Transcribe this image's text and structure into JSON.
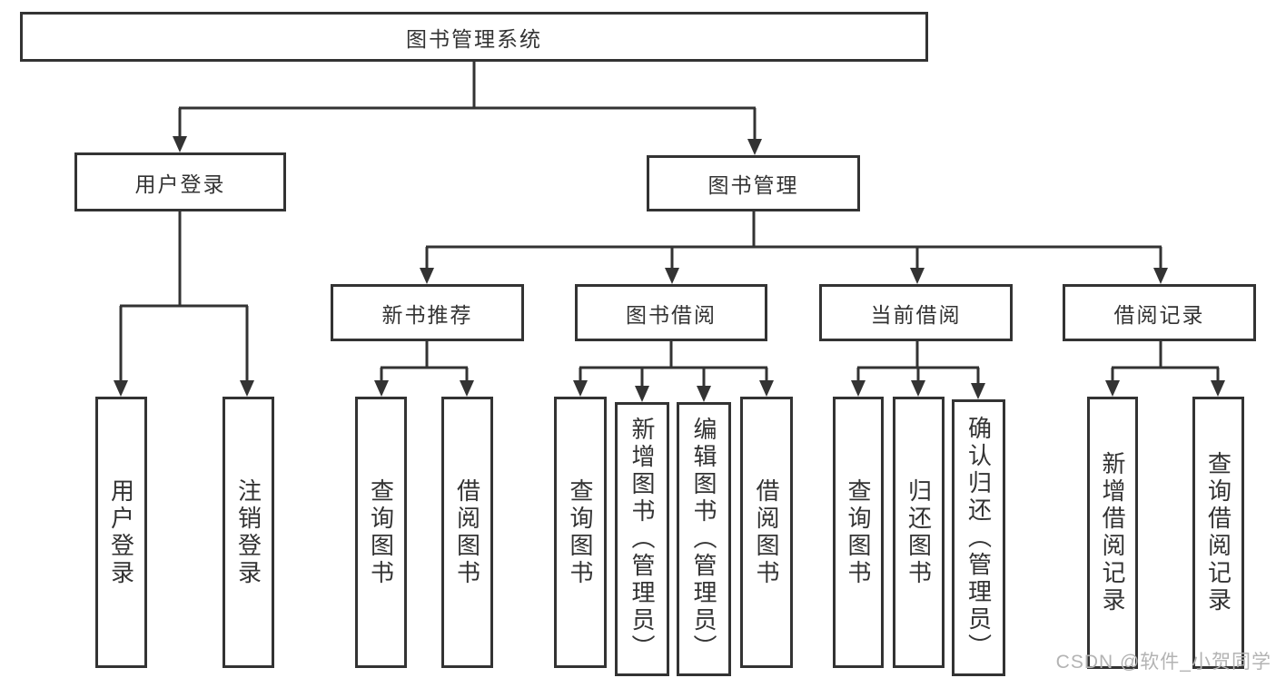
{
  "diagram": {
    "title": "图书管理系统",
    "root": {
      "label": "图书管理系统"
    },
    "level2": [
      {
        "id": "user-login",
        "label": "用户登录"
      },
      {
        "id": "book-mgmt",
        "label": "图书管理"
      }
    ],
    "level3": [
      {
        "id": "new-book",
        "label": "新书推荐"
      },
      {
        "id": "book-borrow",
        "label": "图书借阅"
      },
      {
        "id": "current-borrow",
        "label": "当前借阅"
      },
      {
        "id": "borrow-record",
        "label": "借阅记录"
      }
    ],
    "leaves": {
      "user_login": [
        "用户登录",
        "注销登录"
      ],
      "new_book": [
        "查询图书",
        "借阅图书"
      ],
      "book_borrow": [
        "查询图书",
        "新增图书（管理员）",
        "编辑图书（管理员）",
        "借阅图书"
      ],
      "current_borrow": [
        "查询图书",
        "归还图书",
        "确认归还（管理员）"
      ],
      "borrow_record": [
        "新增借阅记录",
        "查询借阅记录"
      ]
    }
  },
  "watermark": "CSDN @软件_小贺同学",
  "colors": {
    "line": "#333333",
    "text": "#333333",
    "box_background": "#ffffff",
    "watermark": "#b3b3b3",
    "background": "#ffffff"
  }
}
